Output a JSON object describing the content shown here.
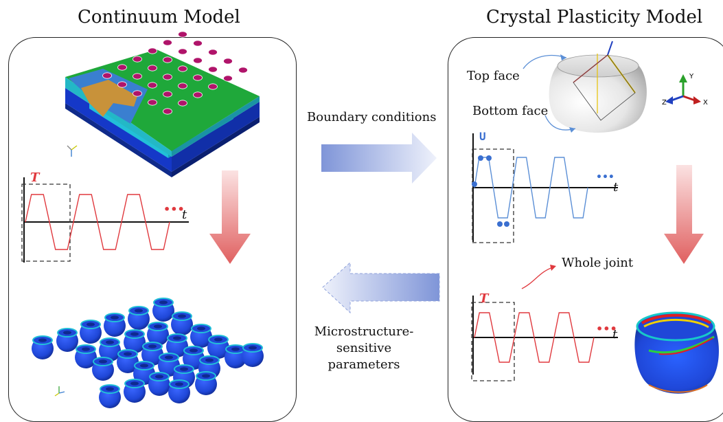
{
  "left_panel": {
    "title": "Continuum Model",
    "waveform_y_label": "T",
    "waveform_x_label": "t",
    "ellipsis": "•••"
  },
  "right_panel": {
    "title": "Crystal Plasticity Model",
    "top_face_label": "Top face",
    "bottom_face_label": "Bottom face",
    "displacement_y_label": "U",
    "displacement_x_label": "t",
    "ellipsis_blue": "•••",
    "whole_joint_label": "Whole joint",
    "temperature_y_label": "T",
    "temperature_x_label": "t",
    "ellipsis_red": "•••",
    "triad_labels": {
      "y": "Y",
      "x": "X",
      "z": "Z"
    }
  },
  "center": {
    "boundary_conditions_label": "Boundary conditions",
    "microstructure_label_lines": [
      "Microstructure-",
      "sensitive",
      "parameters"
    ]
  },
  "colors": {
    "temperature_wave": "#e0393e",
    "displacement_wave": "#5b8fd6",
    "flow_arrow_blue": "#7f95d8",
    "flow_arrow_red": "#e06060",
    "pcb_green": "#1fa83a",
    "pcb_blue": "#1538c8",
    "solder_ball": "#1f47d8",
    "pad_magenta": "#b0146a"
  }
}
